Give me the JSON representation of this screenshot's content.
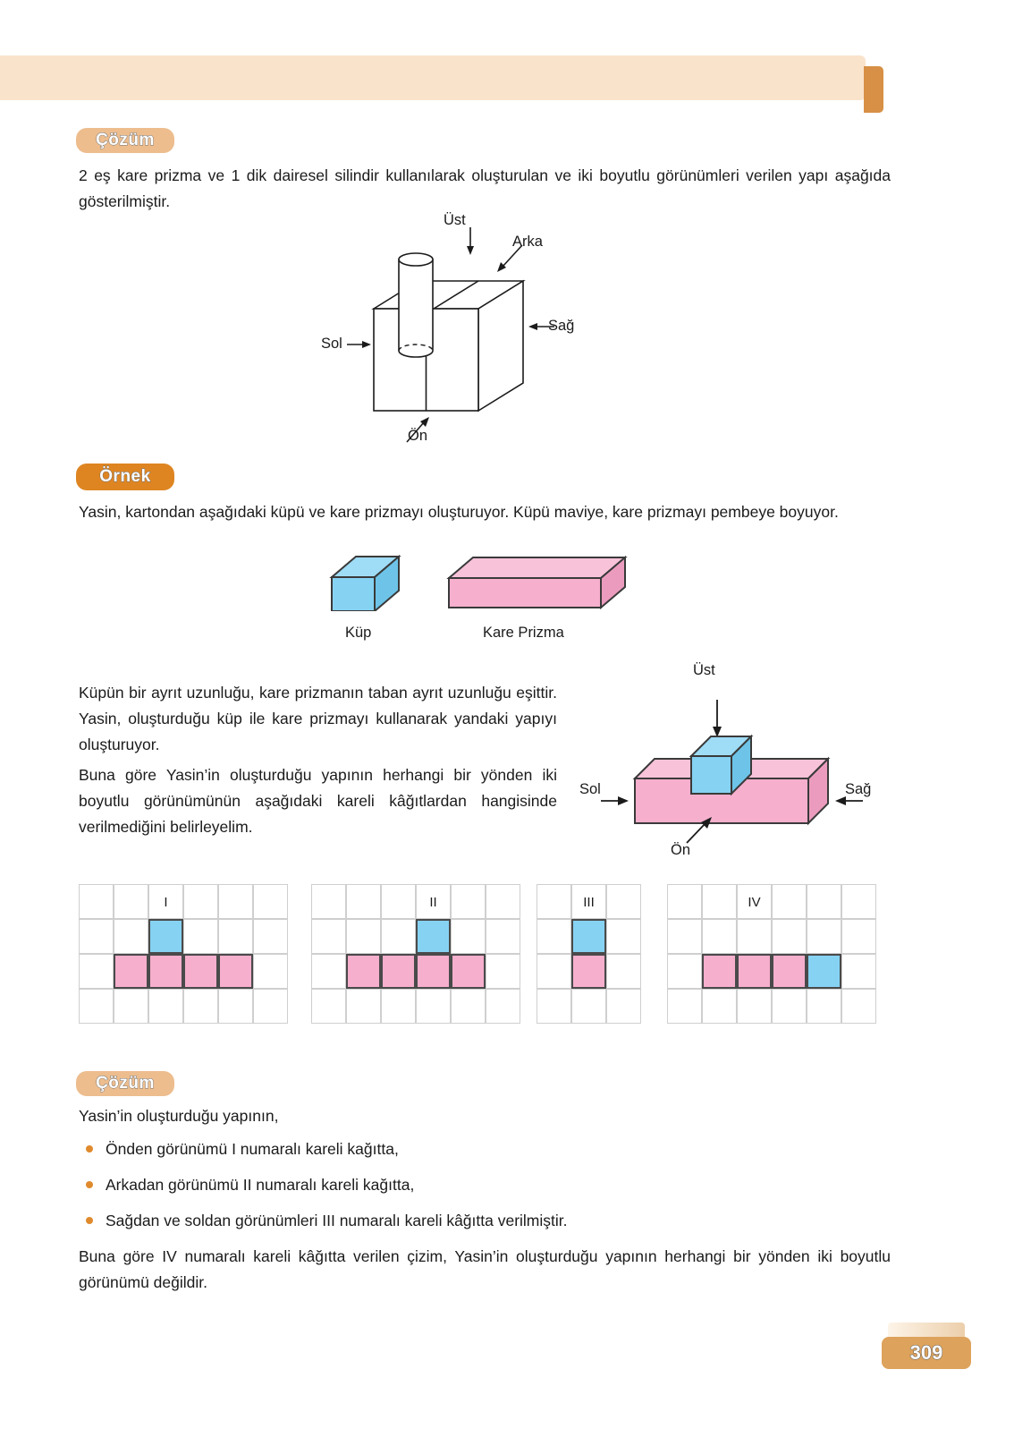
{
  "page": {
    "number": "309"
  },
  "section_cozum_top": {
    "badge": "Çözüm",
    "paragraph": "2 eş kare prizma ve 1 dik dairesel silindir kullanılarak oluşturulan ve iki boyutlu görünümleri verilen yapı aşağıda gösterilmiştir."
  },
  "figure_prism_cylinder": {
    "label_ust": "Üst",
    "label_arka": "Arka",
    "label_sag": "Sağ",
    "label_sol": "Sol",
    "label_on": "Ön"
  },
  "section_ornek": {
    "badge": "Örnek",
    "paragraph": "Yasin, kartondan aşağıdaki küpü ve kare prizmayı oluşturuyor. Küpü maviye, kare prizmayı pembeye boyuyor.",
    "shape_labels": {
      "cube": "Küp",
      "prism": "Kare Prizma"
    },
    "paragraph2": "Küpün bir ayrıt uzunluğu, kare prizmanın taban ayrıt uzunluğu eşittir. Yasin, oluşturduğu küp ile kare prizmayı kullanarak yandaki yapıyı oluşturuyor.",
    "paragraph3": "Buna göre Yasin’in oluşturduğu yapının herhangi bir yönden iki boyutlu görünümünün aşağıdaki kareli kâğıtlardan hangisinde verilmediğini belirleyelim."
  },
  "figure_structure": {
    "label_ust": "Üst",
    "label_sol": "Sol",
    "label_sag": "Sağ",
    "label_on": "Ön"
  },
  "grids": [
    {
      "roman": "I",
      "cols": 6,
      "rows": 4,
      "cells": [
        {
          "col": 3,
          "row": 2,
          "color": "blue"
        },
        {
          "col": 2,
          "row": 3,
          "color": "pink"
        },
        {
          "col": 3,
          "row": 3,
          "color": "pink"
        },
        {
          "col": 4,
          "row": 3,
          "color": "pink"
        },
        {
          "col": 5,
          "row": 3,
          "color": "pink"
        }
      ],
      "roman_col": 3
    },
    {
      "roman": "II",
      "cols": 6,
      "rows": 4,
      "cells": [
        {
          "col": 4,
          "row": 2,
          "color": "blue"
        },
        {
          "col": 2,
          "row": 3,
          "color": "pink"
        },
        {
          "col": 3,
          "row": 3,
          "color": "pink"
        },
        {
          "col": 4,
          "row": 3,
          "color": "pink"
        },
        {
          "col": 5,
          "row": 3,
          "color": "pink"
        }
      ],
      "roman_col": 4
    },
    {
      "roman": "III",
      "cols": 3,
      "rows": 4,
      "cells": [
        {
          "col": 2,
          "row": 2,
          "color": "blue"
        },
        {
          "col": 2,
          "row": 3,
          "color": "pink"
        }
      ],
      "roman_col": 2
    },
    {
      "roman": "IV",
      "cols": 6,
      "rows": 4,
      "cells": [
        {
          "col": 2,
          "row": 3,
          "color": "pink"
        },
        {
          "col": 3,
          "row": 3,
          "color": "pink"
        },
        {
          "col": 4,
          "row": 3,
          "color": "pink"
        },
        {
          "col": 5,
          "row": 3,
          "color": "blue"
        }
      ],
      "roman_col": 3
    }
  ],
  "section_cozum_bottom": {
    "badge": "Çözüm",
    "intro": "Yasin’in oluşturduğu yapının,",
    "bullets": [
      "Önden görünümü I numaralı kareli kağıtta,",
      "Arkadan görünümü II numaralı kareli kağıtta,",
      "Sağdan ve soldan görünümleri III numaralı kareli kâğıtta verilmiştir."
    ],
    "conclusion": "Buna göre IV numaralı kareli kâğıtta verilen çizim, Yasin’in oluşturduğu yapının herhangi bir yönden iki boyutlu görünümü değildir."
  },
  "colors": {
    "blue": "#86d2f2",
    "pink": "#f6afcd",
    "pink_top": "#f8c2d9",
    "pink_side": "#eb9cbe",
    "blue_top": "#9fdcf6",
    "blue_side": "#6dc4e8",
    "accent_orange": "#de8522",
    "badge_tan": "#edbd8e",
    "stroke": "#3a3a3a"
  }
}
